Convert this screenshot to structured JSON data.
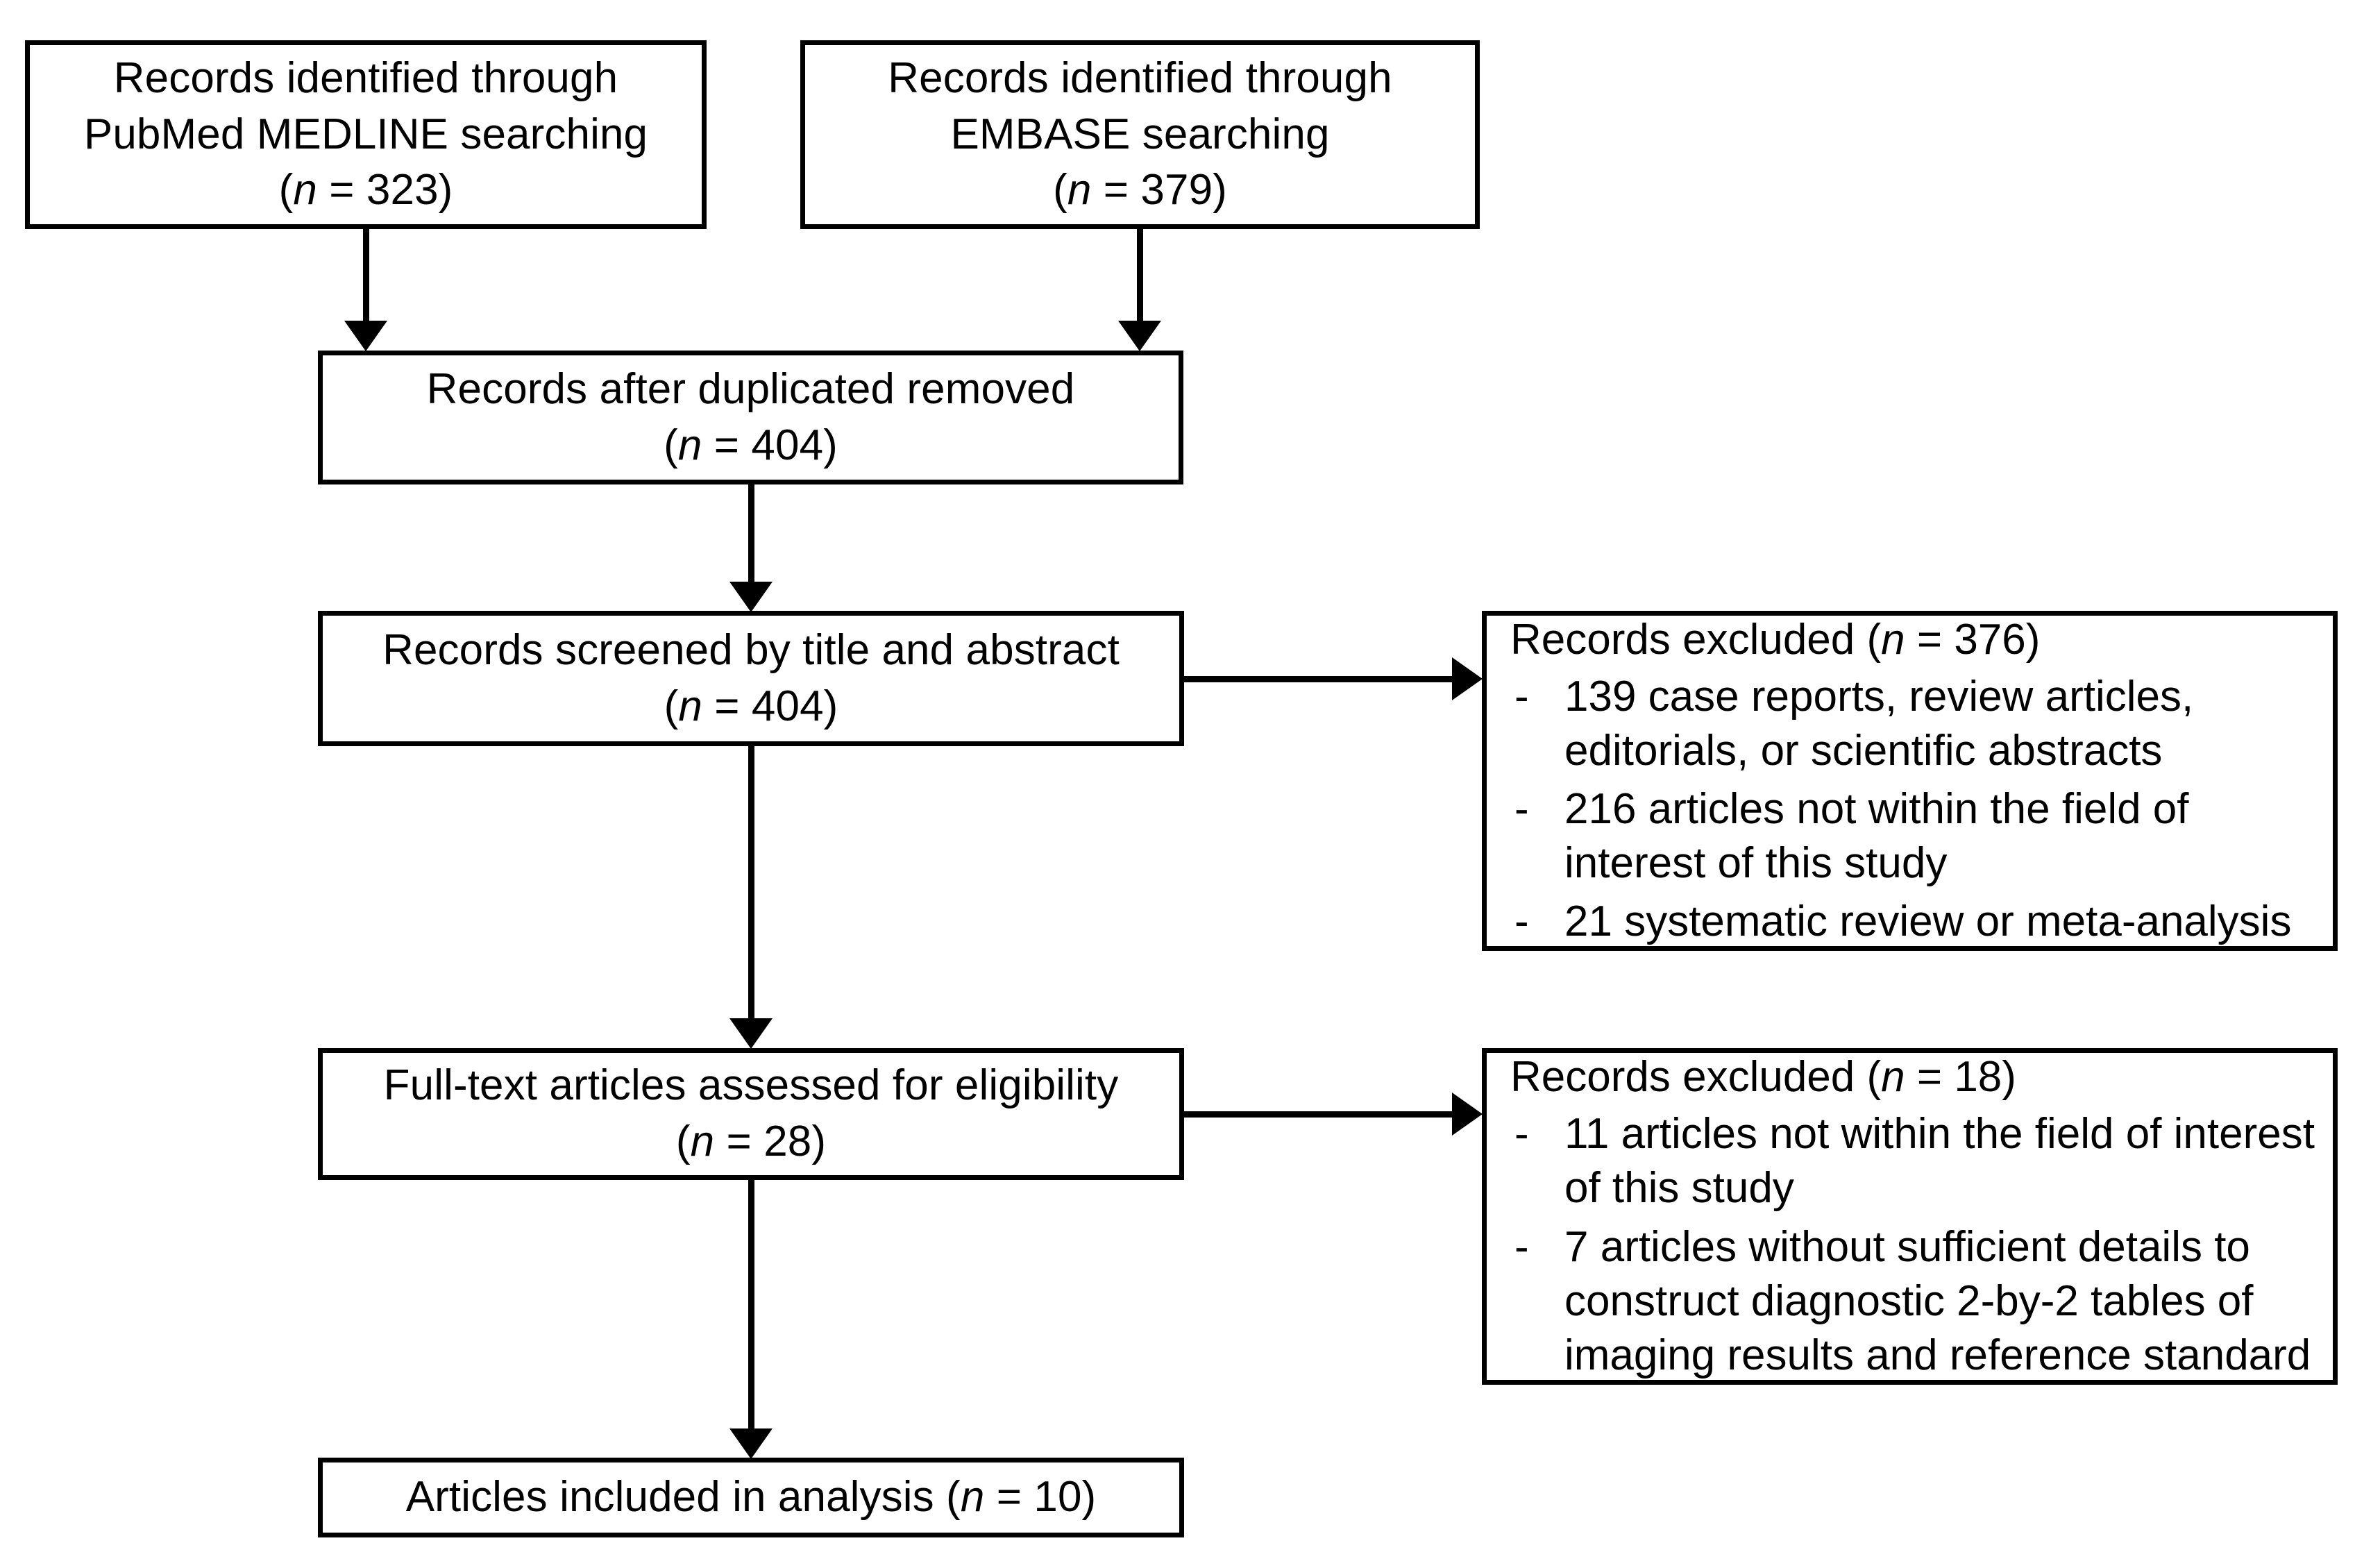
{
  "diagram": {
    "type": "prisma-flow-diagram",
    "title": "PRISMA study selection flow diagram",
    "colors": {
      "background": "#ffffff",
      "stroke": "#000000",
      "text": "#000000"
    },
    "n_label": "n",
    "nodes": {
      "pubmed": {
        "line1": "Records identified through",
        "line2": "PubMed MEDLINE searching",
        "count_line": "(n = 323)",
        "count": 323
      },
      "embase": {
        "line1": "Records identified through",
        "line2": "EMBASE searching",
        "count_line": "(n = 379)",
        "count": 379
      },
      "after_duplicates": {
        "line1": "Records after duplicated removed",
        "count_line": "(n = 404)",
        "count": 404
      },
      "screened": {
        "line1": "Records screened by title and abstract",
        "count_line": "(n = 404)",
        "count": 404
      },
      "fulltext": {
        "line1": "Full-text articles assessed for eligibility",
        "count_line": "(n = 28)",
        "count": 28
      },
      "included": {
        "line1": "Articles included in analysis (n = 10)",
        "count": 10
      },
      "excluded_screening": {
        "title": "Records excluded (n = 376)",
        "count": 376,
        "bullet_marker": "-",
        "items": [
          "139 case reports, review articles, editorials, or scientific abstracts",
          "216 articles not within the field of interest of this study",
          "21 systematic review or meta-analysis"
        ]
      },
      "excluded_eligibility": {
        "title": "Records excluded (n = 18)",
        "count": 18,
        "bullet_marker": "-",
        "items": [
          "11 articles not within the field of interest of this study",
          "7 articles without sufficient details to construct diagnostic 2-by-2 tables of imaging results and reference standard"
        ]
      }
    }
  }
}
